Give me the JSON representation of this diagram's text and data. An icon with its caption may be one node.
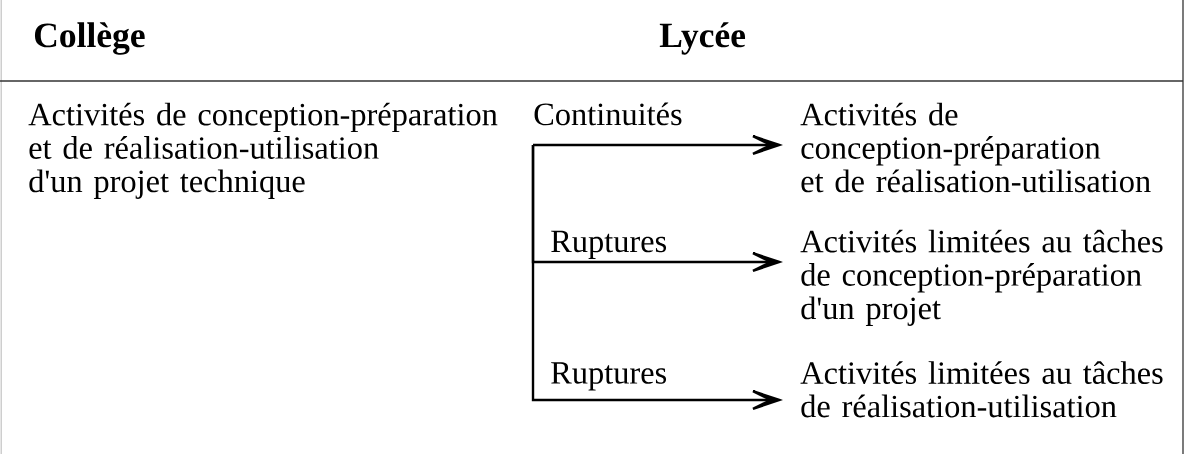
{
  "diagram": {
    "nodes": [
      {
        "text": [
          "Activités de conception-préparation et de réalisation-utilisation"
        ]
      },
      {
        "text": [
          "Activités limitées au tâches de conception-préparation d'un projet"
        ]
      },
      {
        "text": [
          "Activités limitées au tâches de réalisation-utilisation"
        ]
      }
    ],
    "edges": [
      {
        "from": null,
        "to": 0,
        "arrow": "to",
        "label": "Continuités"
      },
      {
        "from": null,
        "to": 1,
        "arrow": "to",
        "label": "Ruptures"
      },
      {
        "from": null,
        "to": 2,
        "arrow": "to",
        "label": "Ruptures"
      }
    ],
    "labels": [
      "Collège",
      "Lycée",
      "Activités de conception-préparation et de réalisation-utilisation d'un projet technique"
    ]
  }
}
